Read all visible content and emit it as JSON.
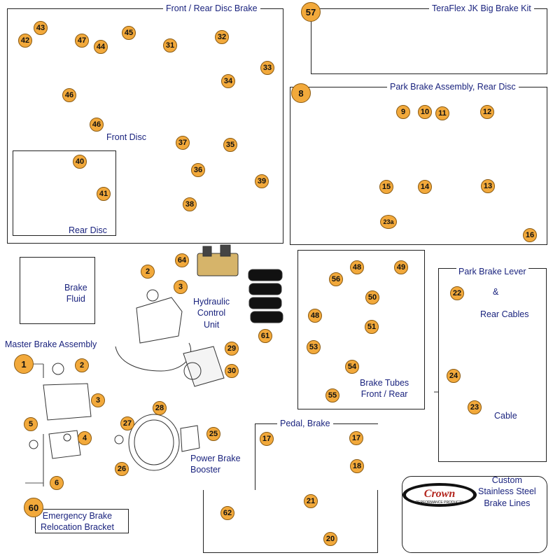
{
  "panels": {
    "disc_brake": {
      "title": "Front / Rear Disc Brake",
      "front_disc": "Front Disc",
      "rear_disc": "Rear Disc"
    },
    "big_brake": {
      "title": "TeraFlex JK Big Brake Kit"
    },
    "park_brake_assembly": {
      "title": "Park Brake Assembly, Rear Disc"
    },
    "brake_fluid": {
      "label_line1": "Brake",
      "label_line2": "Fluid"
    },
    "master_brake": {
      "title": "Master Brake Assembly"
    },
    "hydraulic": {
      "line1": "Hydraulic",
      "line2": "Control",
      "line3": "Unit"
    },
    "power_booster": {
      "line1": "Power Brake",
      "line2": "Booster"
    },
    "brake_tubes": {
      "line1": "Brake Tubes",
      "line2": "Front / Rear"
    },
    "park_lever": {
      "line1": "Park Brake Lever",
      "line2": "&",
      "line3": "Rear Cables",
      "cable": "Cable"
    },
    "pedal": {
      "title": "Pedal, Brake"
    },
    "emergency": {
      "line1": "Emergency Brake",
      "line2": "Relocation Bracket"
    },
    "custom_lines": {
      "line1": "Custom",
      "line2": "Stainless Steel",
      "line3": "Brake Lines",
      "logo_text": "Crown",
      "logo_sub": "PERFORMANCE PRODUCTS"
    }
  },
  "parts": [
    "1",
    "2",
    "3",
    "4",
    "5",
    "6",
    "8",
    "9",
    "10",
    "11",
    "12",
    "13",
    "14",
    "15",
    "16",
    "17",
    "18",
    "20",
    "21",
    "22",
    "23",
    "23a",
    "24",
    "25",
    "26",
    "27",
    "28",
    "29",
    "30",
    "31",
    "32",
    "33",
    "34",
    "35",
    "36",
    "37",
    "38",
    "39",
    "40",
    "41",
    "42",
    "43",
    "44",
    "45",
    "46",
    "47",
    "48",
    "49",
    "50",
    "51",
    "53",
    "54",
    "55",
    "56",
    "57",
    "60",
    "61",
    "62",
    "64"
  ],
  "colors": {
    "badge": "#f2a93b",
    "label": "#1a237e",
    "line": "#222222"
  }
}
